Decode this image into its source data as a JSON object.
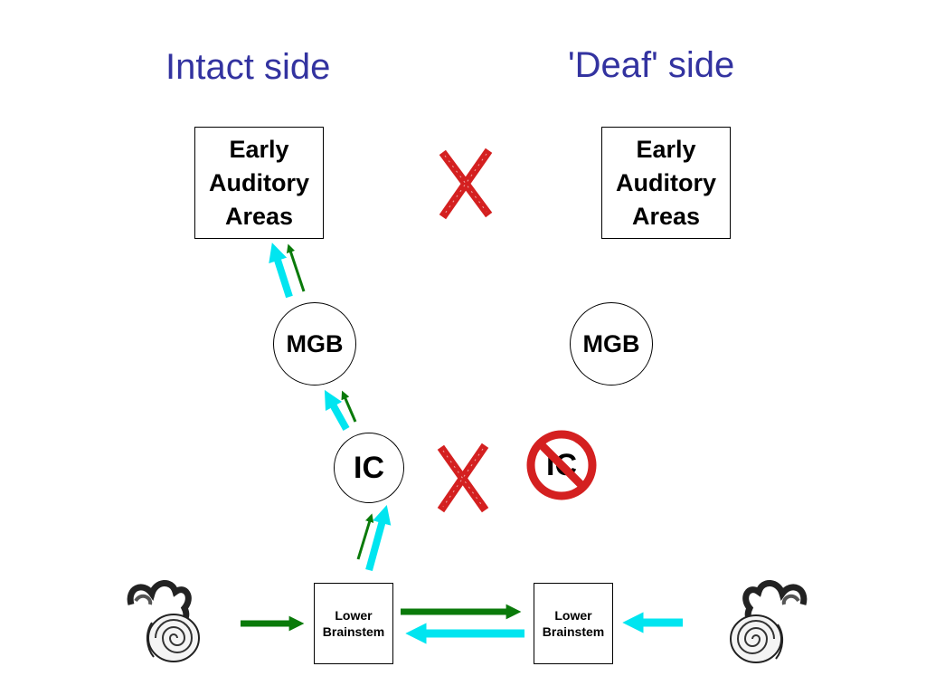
{
  "titles": {
    "intact": "Intact side",
    "deaf": "'Deaf' side"
  },
  "nodes": {
    "left_cortex": [
      "Early",
      "Auditory",
      "Areas"
    ],
    "right_cortex": [
      "Early",
      "Auditory",
      "Areas"
    ],
    "left_mgb": "MGB",
    "right_mgb": "MGB",
    "left_ic": "IC",
    "right_ic": "IC",
    "left_brainstem": [
      "Lower",
      "Brainstem"
    ],
    "right_brainstem": [
      "Lower",
      "Brainstem"
    ]
  },
  "colors": {
    "title": "#3333a0",
    "cyan_arrow": "#00e5f0",
    "green_arrow": "#0a7a0a",
    "block_red": "#d42020"
  },
  "icons": {
    "ear_left": "cochlea-icon",
    "ear_right": "cochlea-icon",
    "cross": "red-x-icon",
    "prohibited": "no-sign-icon"
  }
}
